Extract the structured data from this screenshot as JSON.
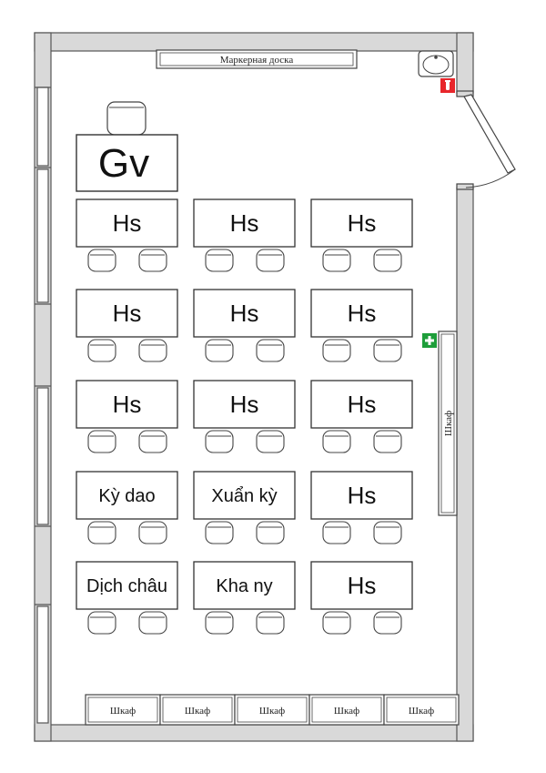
{
  "board": {
    "label": "Маркерная доска"
  },
  "teacher": {
    "label": "Gv"
  },
  "desks": [
    {
      "label": "Hs"
    },
    {
      "label": "Hs"
    },
    {
      "label": "Hs"
    },
    {
      "label": "Hs"
    },
    {
      "label": "Hs"
    },
    {
      "label": "Hs"
    },
    {
      "label": "Hs"
    },
    {
      "label": "Hs"
    },
    {
      "label": "Hs"
    },
    {
      "label": "Kỳ dao"
    },
    {
      "label": "Xuẩn kỳ"
    },
    {
      "label": "Hs"
    },
    {
      "label": "Dịch châu"
    },
    {
      "label": "Kha ny"
    },
    {
      "label": "Hs"
    }
  ],
  "side_cabinet": {
    "label": "Шкаф"
  },
  "bottom_cabinets": [
    {
      "label": "Шкаф"
    },
    {
      "label": "Шкаф"
    },
    {
      "label": "Шкаф"
    },
    {
      "label": "Шкаф"
    },
    {
      "label": "Шкаф"
    }
  ],
  "colors": {
    "wall": "#d9d9d9",
    "line": "#444444",
    "fire_extinguisher": "#e8262b",
    "first_aid": "#1e9e3a"
  }
}
